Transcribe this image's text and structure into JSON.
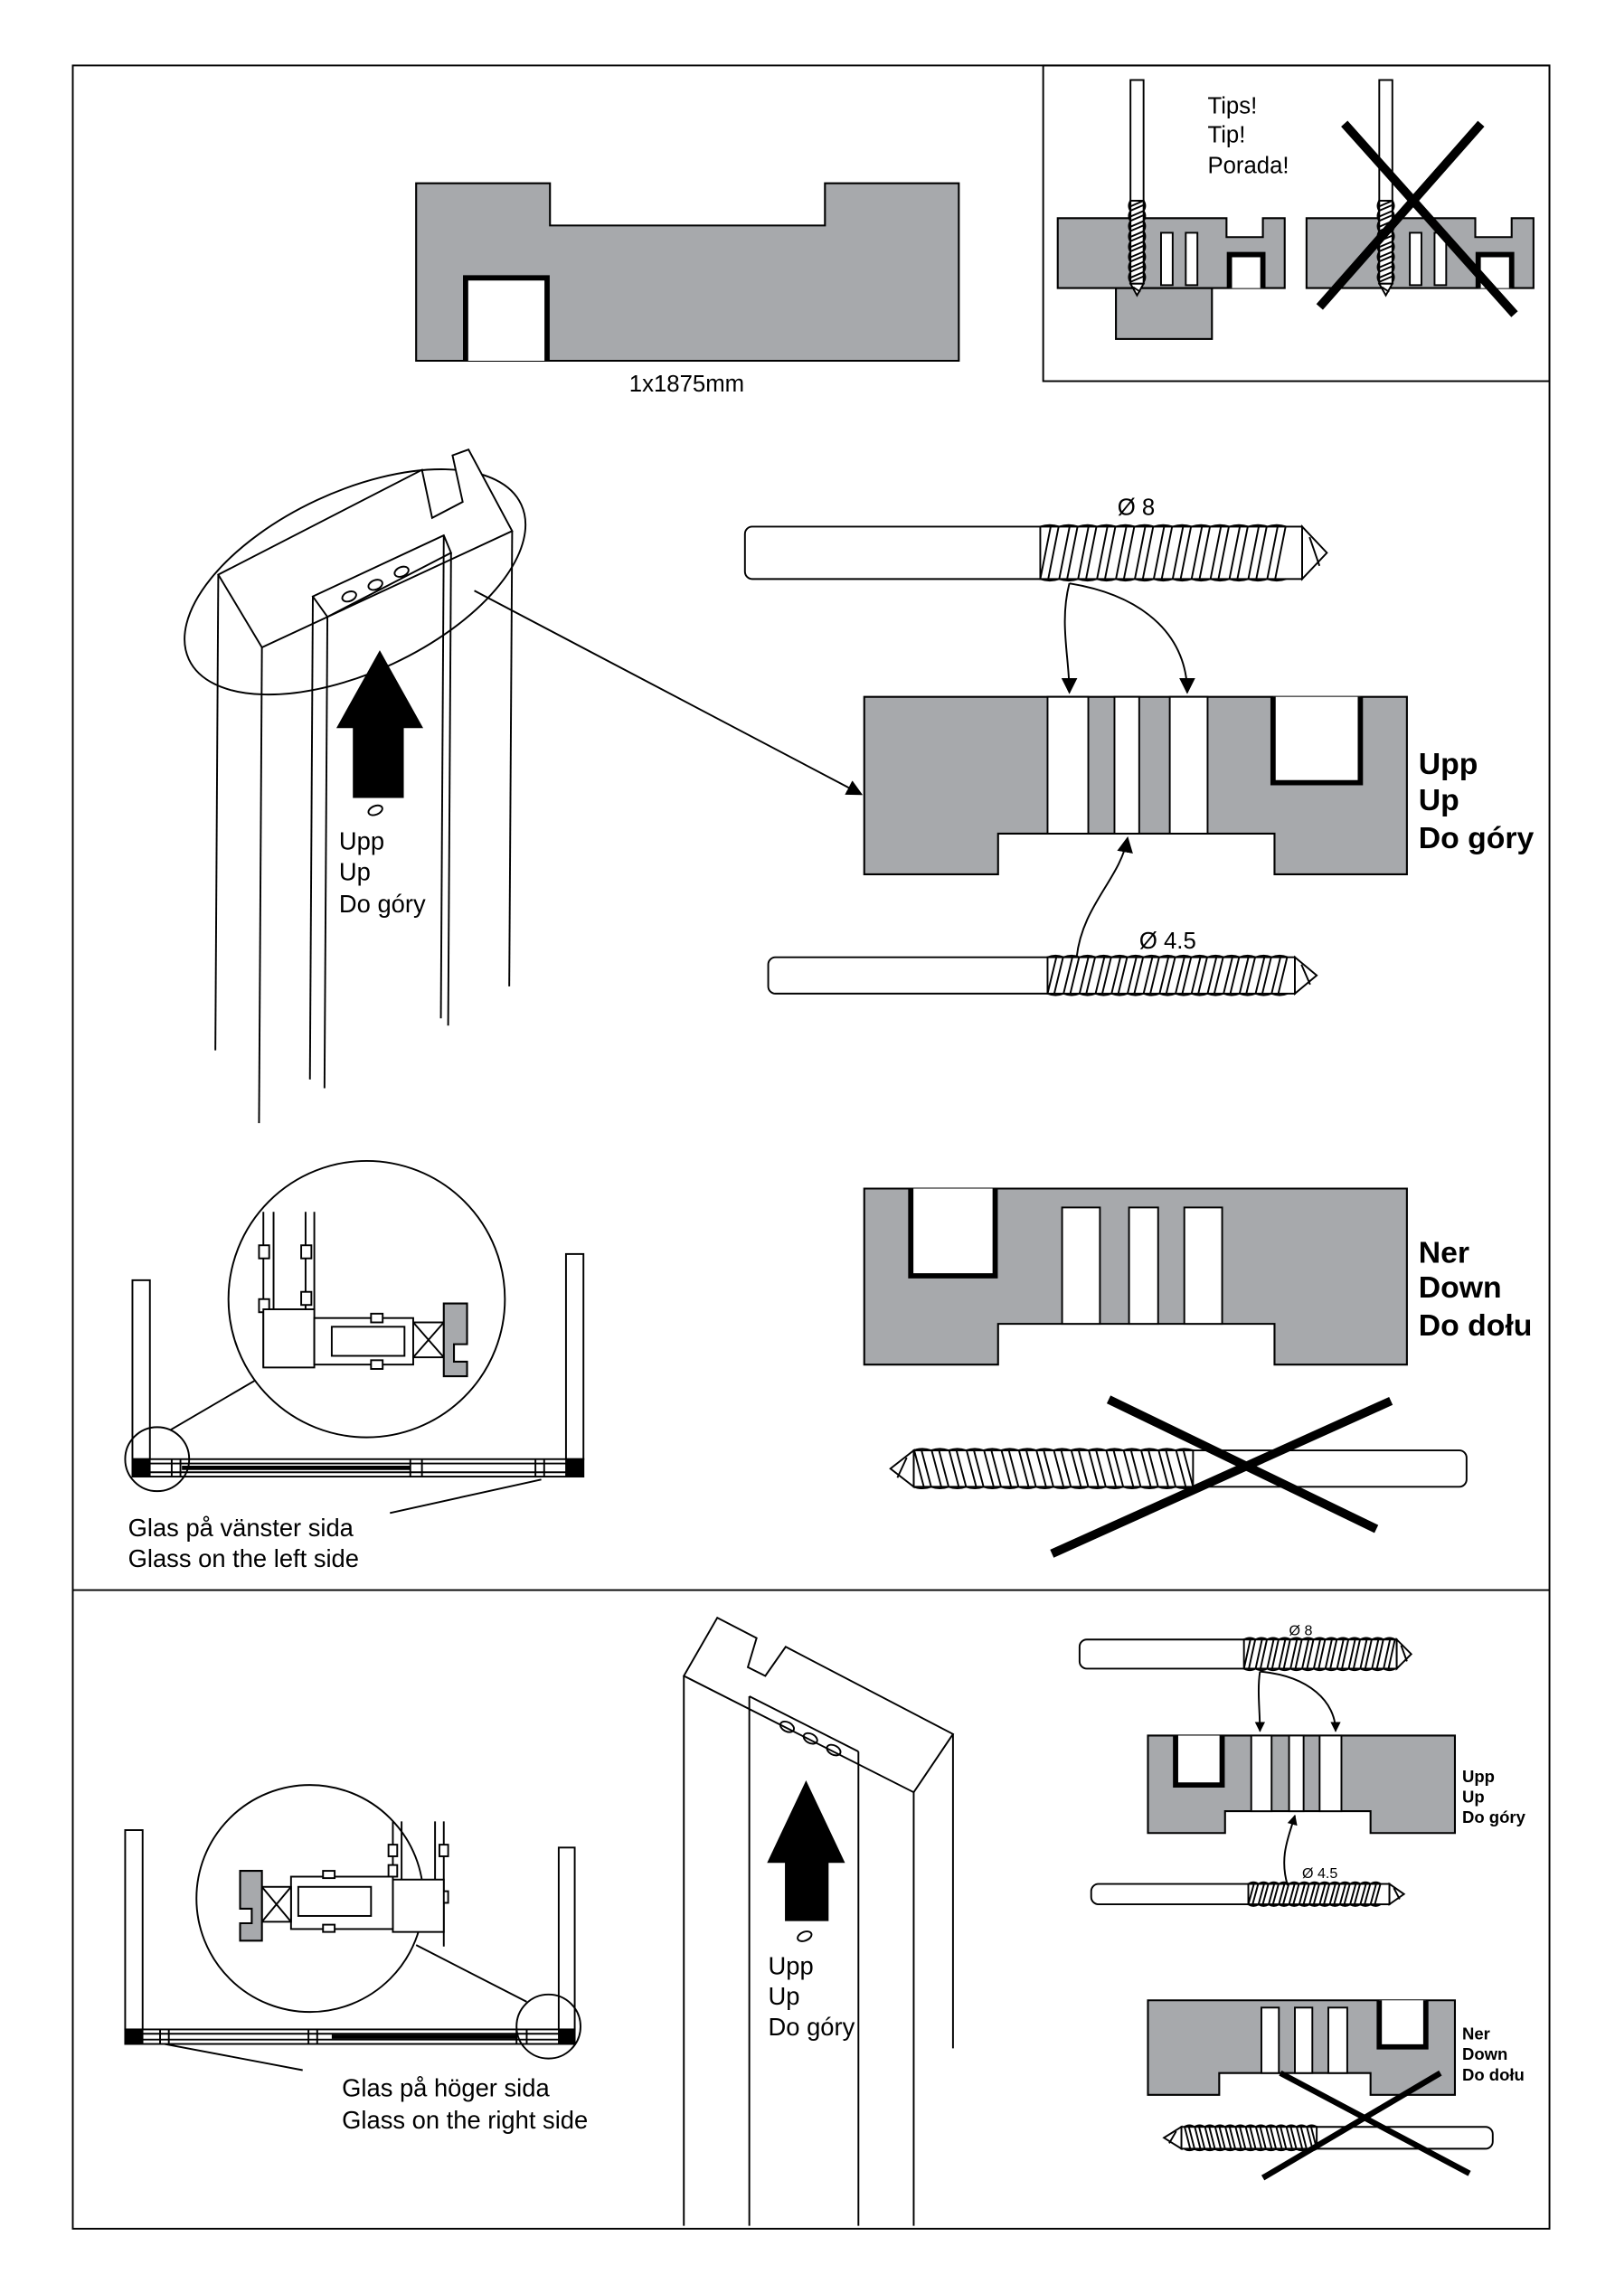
{
  "profile": {
    "length_label": "1x1875mm"
  },
  "tip_box": {
    "lines": [
      "Tips!",
      "Tip!",
      "Porada!"
    ]
  },
  "left_glass": {
    "column_direction": [
      "Upp",
      "Up",
      "Do góry"
    ],
    "drill_large": "Ø 8",
    "drill_small": "Ø 4.5",
    "up_orientation": [
      "Upp",
      "Up",
      "Do góry"
    ],
    "down_orientation": [
      "Ner",
      "Down",
      "Do dołu"
    ],
    "caption": [
      "Glas på vänster sida",
      "Glass on the left side"
    ]
  },
  "right_glass": {
    "column_direction": [
      "Upp",
      "Up",
      "Do góry"
    ],
    "drill_large": "Ø 8",
    "drill_small": "Ø 4.5",
    "up_orientation": [
      "Upp",
      "Up",
      "Do góry"
    ],
    "down_orientation": [
      "Ner",
      "Down",
      "Do dołu"
    ],
    "caption": [
      "Glas på höger sida",
      "Glass on the right side"
    ]
  },
  "icons": {
    "direction": "up-arrow-icon",
    "wrong": "cross-out-icon",
    "tool": "drill-bit-icon",
    "detail": "magnifier-circle-icon"
  },
  "colors": {
    "profile_fill": "#a7a9ac",
    "line": "#000000"
  }
}
